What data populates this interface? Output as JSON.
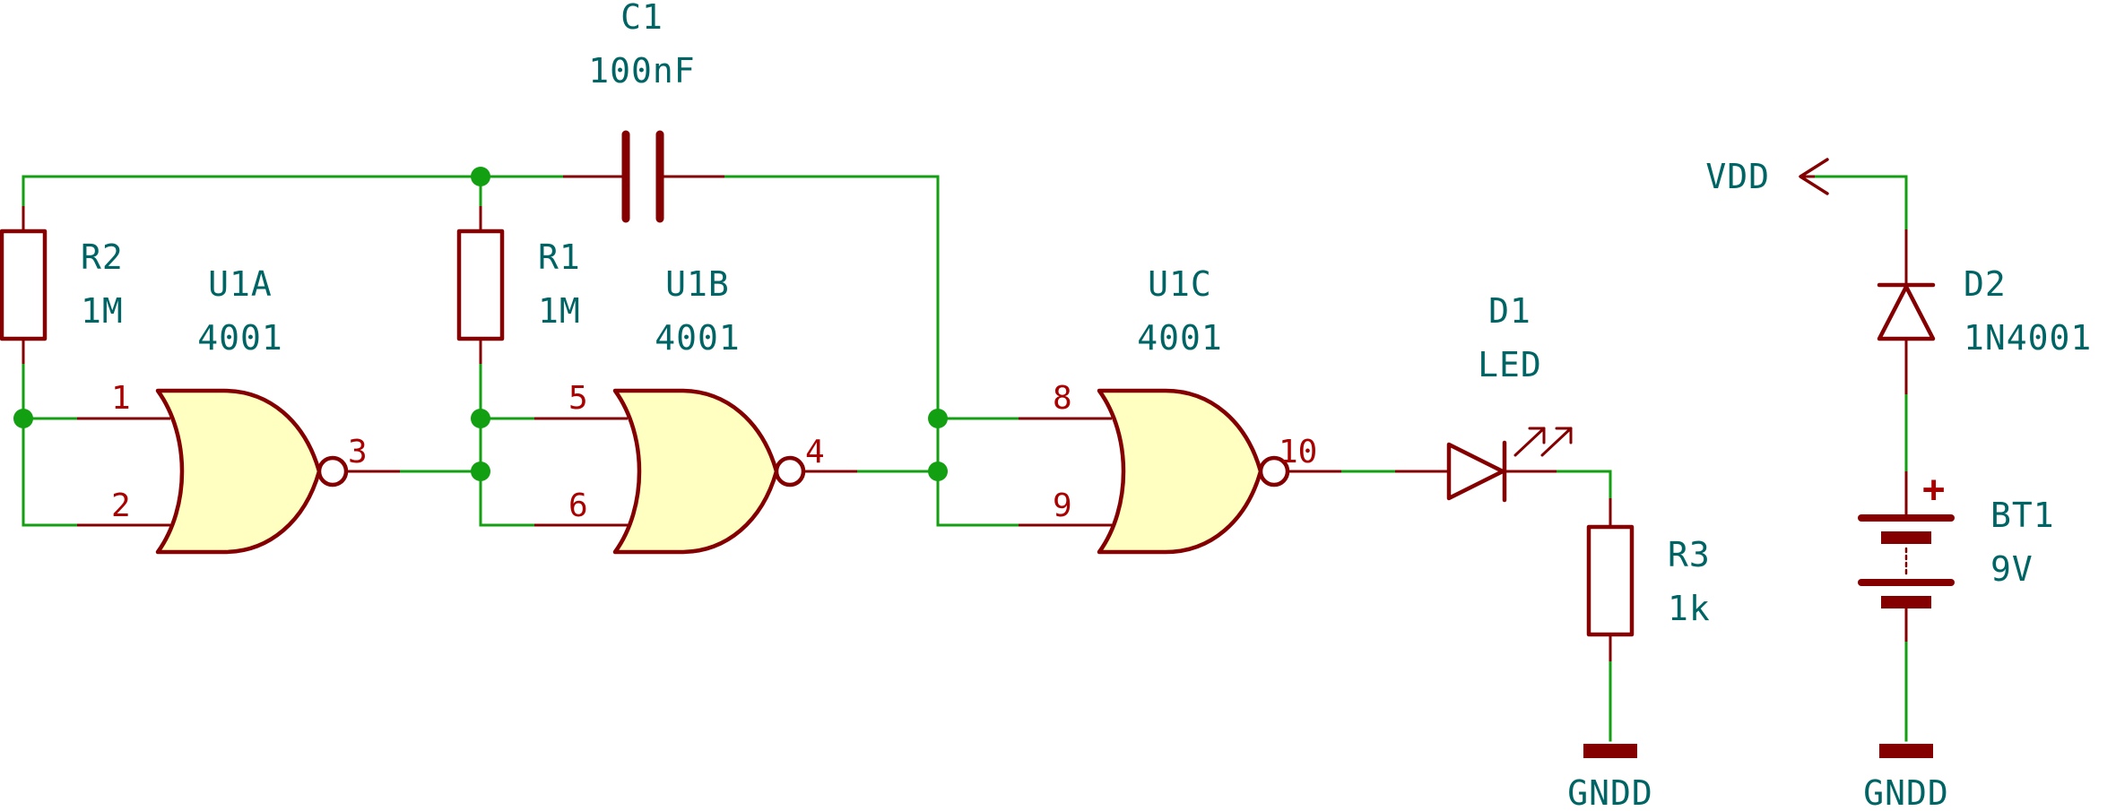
{
  "colors": {
    "wire": "#12a012",
    "component": "#840000",
    "gate_fill": "#ffffc2",
    "label_text": "#006464",
    "pin_number": "#a90000",
    "background": "#ffffff"
  },
  "components": {
    "C1": {
      "ref": "C1",
      "value": "100nF"
    },
    "R1": {
      "ref": "R1",
      "value": "1M"
    },
    "R2": {
      "ref": "R2",
      "value": "1M"
    },
    "R3": {
      "ref": "R3",
      "value": "1k"
    },
    "U1A": {
      "ref": "U1A",
      "value": "4001",
      "pins": {
        "in1": "1",
        "in2": "2",
        "out": "3"
      }
    },
    "U1B": {
      "ref": "U1B",
      "value": "4001",
      "pins": {
        "in1": "5",
        "in2": "6",
        "out": "4"
      }
    },
    "U1C": {
      "ref": "U1C",
      "value": "4001",
      "pins": {
        "in1": "8",
        "in2": "9",
        "out": "10"
      }
    },
    "D1": {
      "ref": "D1",
      "value": "LED"
    },
    "D2": {
      "ref": "D2",
      "value": "1N4001"
    },
    "BT1": {
      "ref": "BT1",
      "value": "9V",
      "polarity": "+"
    }
  },
  "power": {
    "vdd": "VDD",
    "gnd_r3": "GNDD",
    "gnd_bt1": "GNDD"
  }
}
